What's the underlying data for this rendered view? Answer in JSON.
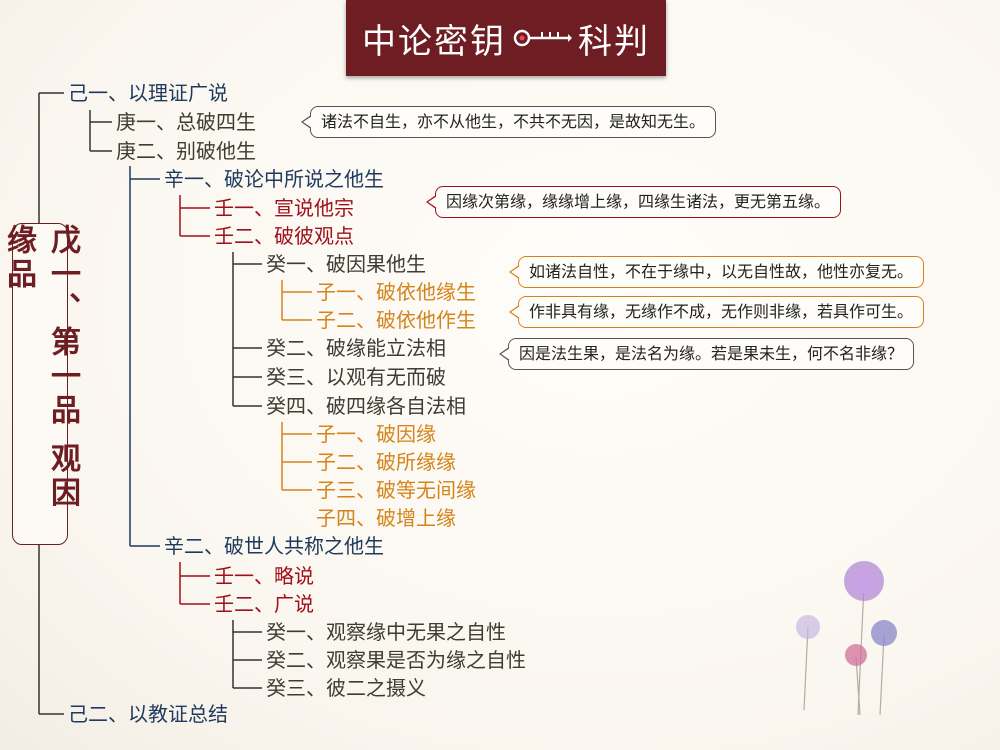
{
  "title": {
    "left": "中论密钥",
    "right": "科判"
  },
  "root": "戊一、第一品 观因缘品",
  "nodes": [
    {
      "id": "ji1",
      "label": "己一、以理证广说"
    },
    {
      "id": "geng1",
      "label": "庚一、总破四生"
    },
    {
      "id": "geng2",
      "label": "庚二、别破他生"
    },
    {
      "id": "xin1",
      "label": "辛一、破论中所说之他生"
    },
    {
      "id": "ren1a",
      "label": "壬一、宣说他宗"
    },
    {
      "id": "ren2a",
      "label": "壬二、破彼观点"
    },
    {
      "id": "gui1a",
      "label": "癸一、破因果他生"
    },
    {
      "id": "zi1a",
      "label": "子一、破依他缘生"
    },
    {
      "id": "zi2a",
      "label": "子二、破依他作生"
    },
    {
      "id": "gui2a",
      "label": "癸二、破缘能立法相"
    },
    {
      "id": "gui3a",
      "label": "癸三、以观有无而破"
    },
    {
      "id": "gui4a",
      "label": "癸四、破四缘各自法相"
    },
    {
      "id": "zi1b",
      "label": "子一、破因缘"
    },
    {
      "id": "zi2b",
      "label": "子二、破所缘缘"
    },
    {
      "id": "zi3b",
      "label": "子三、破等无间缘"
    },
    {
      "id": "zi4b",
      "label": "子四、破增上缘"
    },
    {
      "id": "xin2",
      "label": "辛二、破世人共称之他生"
    },
    {
      "id": "ren1b",
      "label": "壬一、略说"
    },
    {
      "id": "ren2b",
      "label": "壬二、广说"
    },
    {
      "id": "gui1b",
      "label": "癸一、观察缘中无果之自性"
    },
    {
      "id": "gui2b",
      "label": "癸二、观察果是否为缘之自性"
    },
    {
      "id": "gui3b",
      "label": "癸三、彼二之摄义"
    },
    {
      "id": "ji2",
      "label": "己二、以教证总结"
    }
  ],
  "callouts": [
    {
      "id": "c1",
      "text": "诸法不自生，亦不从他生，不共不无因，是故知无生。"
    },
    {
      "id": "c2",
      "text": "因缘次第缘，缘缘增上缘，四缘生诸法，更无第五缘。"
    },
    {
      "id": "c3",
      "text": "如诸法自性，不在于缘中，以无自性故，他性亦复无。"
    },
    {
      "id": "c4",
      "text": "作非具有缘，无缘作不成，无作则非缘，若具作可生。"
    },
    {
      "id": "c5",
      "text": "因是法生果，是法名为缘。若是果未生，何不名非缘？"
    }
  ],
  "colors": {
    "banner": "#6e1e22",
    "navy": "#1f3a5f",
    "red": "#a0101a",
    "orange": "#d4841a",
    "olive": "#3d3d33"
  },
  "icons": [
    "key-icon",
    "dandelion-flowers-icon"
  ]
}
